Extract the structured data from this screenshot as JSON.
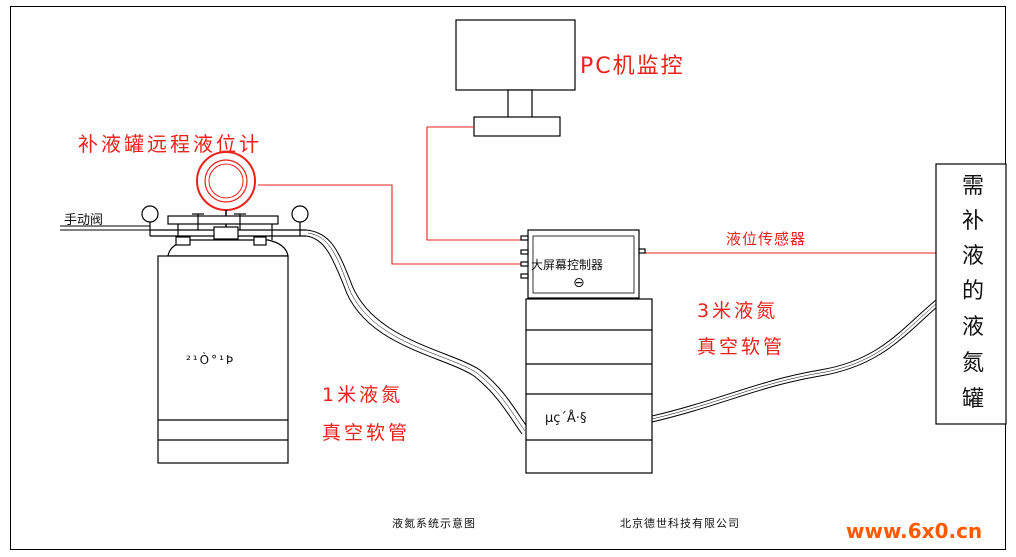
{
  "labels": {
    "pc_monitor": "PC机监控",
    "remote_level_gauge": "补液罐远程液位计",
    "manual_valve": "手动阀",
    "level_sensor": "液位传感器",
    "controller": "大屏幕控制器",
    "controller_symbol": "⊖",
    "hose_1m_line1": "1米液氮",
    "hose_1m_line2": "真空软管",
    "hose_3m_line1": "3米液氮",
    "hose_3m_line2": "真空软管",
    "tank_text": "²¹Ò°¹Þ",
    "box_text": "µç´Å·§",
    "target_tank_chars": [
      "需",
      "补",
      "液",
      "的",
      "液",
      "氮",
      "罐"
    ],
    "caption_left": "液氮系统示意图",
    "caption_right": "北京德世科技有限公司",
    "watermark": "www.6x0.cn"
  },
  "colors": {
    "line_red": "#e8221c",
    "outline": "#000000",
    "watermark": "#ff5a00"
  }
}
